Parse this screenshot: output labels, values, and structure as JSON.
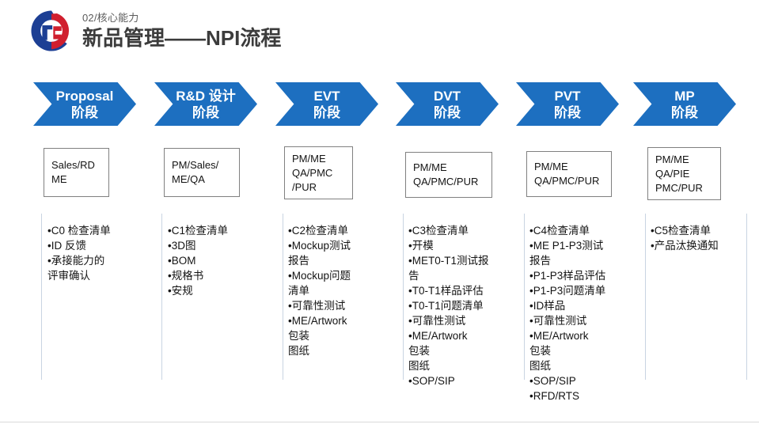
{
  "header": {
    "kicker": "02/核心能力",
    "title": "新品管理——NPI流程",
    "logo_name": "rc-circular-logo"
  },
  "theme": {
    "chevron_blue": "#1d6fc0",
    "box_border": "#808080",
    "divider": "#c9d4e2",
    "title_color": "#3c3c3c",
    "kicker_color": "#5b5b5b"
  },
  "stages": [
    {
      "key": "proposal",
      "chevron_line1": "Proposal",
      "chevron_line2": "阶段",
      "roles": "Sales/RD\nME",
      "deliverables": "•C0 检查清单\n•ID 反馈\n•承接能力的\n评审确认"
    },
    {
      "key": "rd",
      "chevron_line1": "R&D 设计",
      "chevron_line2": "阶段",
      "roles": "PM/Sales/\nME/QA",
      "deliverables": "•C1检查清单\n•3D图\n•BOM\n•规格书\n•安规"
    },
    {
      "key": "evt",
      "chevron_line1": "EVT",
      "chevron_line2": "阶段",
      "roles": "PM/ME\nQA/PMC\n/PUR",
      "deliverables": "•C2检查清单\n•Mockup测试\n报告\n•Mockup问题\n清单\n•可靠性测试\n•ME/Artwork\n包装\n图纸"
    },
    {
      "key": "dvt",
      "chevron_line1": "DVT",
      "chevron_line2": "阶段",
      "roles": "PM/ME\nQA/PMC/PUR",
      "deliverables": "•C3检查清单\n•开模\n•MET0-T1测试报\n告\n•T0-T1样品评估\n•T0-T1问题清单\n•可靠性测试\n•ME/Artwork\n包装\n图纸\n•SOP/SIP"
    },
    {
      "key": "pvt",
      "chevron_line1": "PVT",
      "chevron_line2": "阶段",
      "roles": "PM/ME\nQA/PMC/PUR",
      "deliverables": "•C4检查清单\n•ME P1-P3测试\n报告\n•P1-P3样品评估\n•P1-P3问题清单\n•ID样品\n•可靠性测试\n•ME/Artwork\n 包装\n 图纸\n•SOP/SIP\n•RFD/RTS"
    },
    {
      "key": "mp",
      "chevron_line1": "MP",
      "chevron_line2": "阶段",
      "roles": "PM/ME\nQA/PIE\nPMC/PUR",
      "deliverables": "•C5检查清单\n•产品汰换通知"
    }
  ]
}
